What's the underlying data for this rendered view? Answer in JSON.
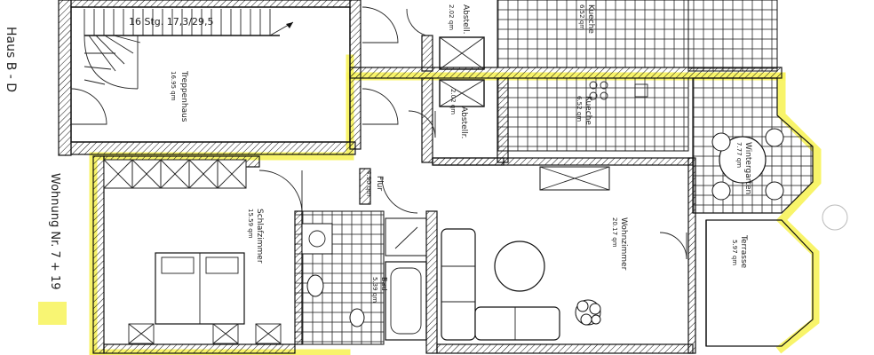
{
  "plan": {
    "side_title": "Haus B - D",
    "unit_label": "Wohnung Nr. 7 + 19",
    "highlight_color": "#f7f35a",
    "rooms": [
      {
        "id": "staircase",
        "name": "Treppenhaus",
        "area": "16.95 qm"
      },
      {
        "id": "storage-top",
        "name": "Abstell.",
        "area": "2.02 qm"
      },
      {
        "id": "kitchen-top",
        "name": "Kueche",
        "area": "6.52 qm"
      },
      {
        "id": "storage",
        "name": "Abstellr.",
        "area": "2.02 qm"
      },
      {
        "id": "kitchen",
        "name": "Kueche",
        "area": "6.52 qm"
      },
      {
        "id": "winter-garden",
        "name": "Wintergarten",
        "area": "7.77 qm"
      },
      {
        "id": "hall",
        "name": "Flur",
        "area": "4.90 qm"
      },
      {
        "id": "bedroom",
        "name": "Schlafzimmer",
        "area": "15.59 qm"
      },
      {
        "id": "bath",
        "name": "Bad",
        "area": "5.39 qm"
      },
      {
        "id": "living",
        "name": "Wohnzimmer",
        "area": "20.17 qm"
      },
      {
        "id": "terrace",
        "name": "Terrasse",
        "area": "5.97 qm"
      }
    ],
    "stair_note": "16 Stg. 17,3/29,5"
  }
}
